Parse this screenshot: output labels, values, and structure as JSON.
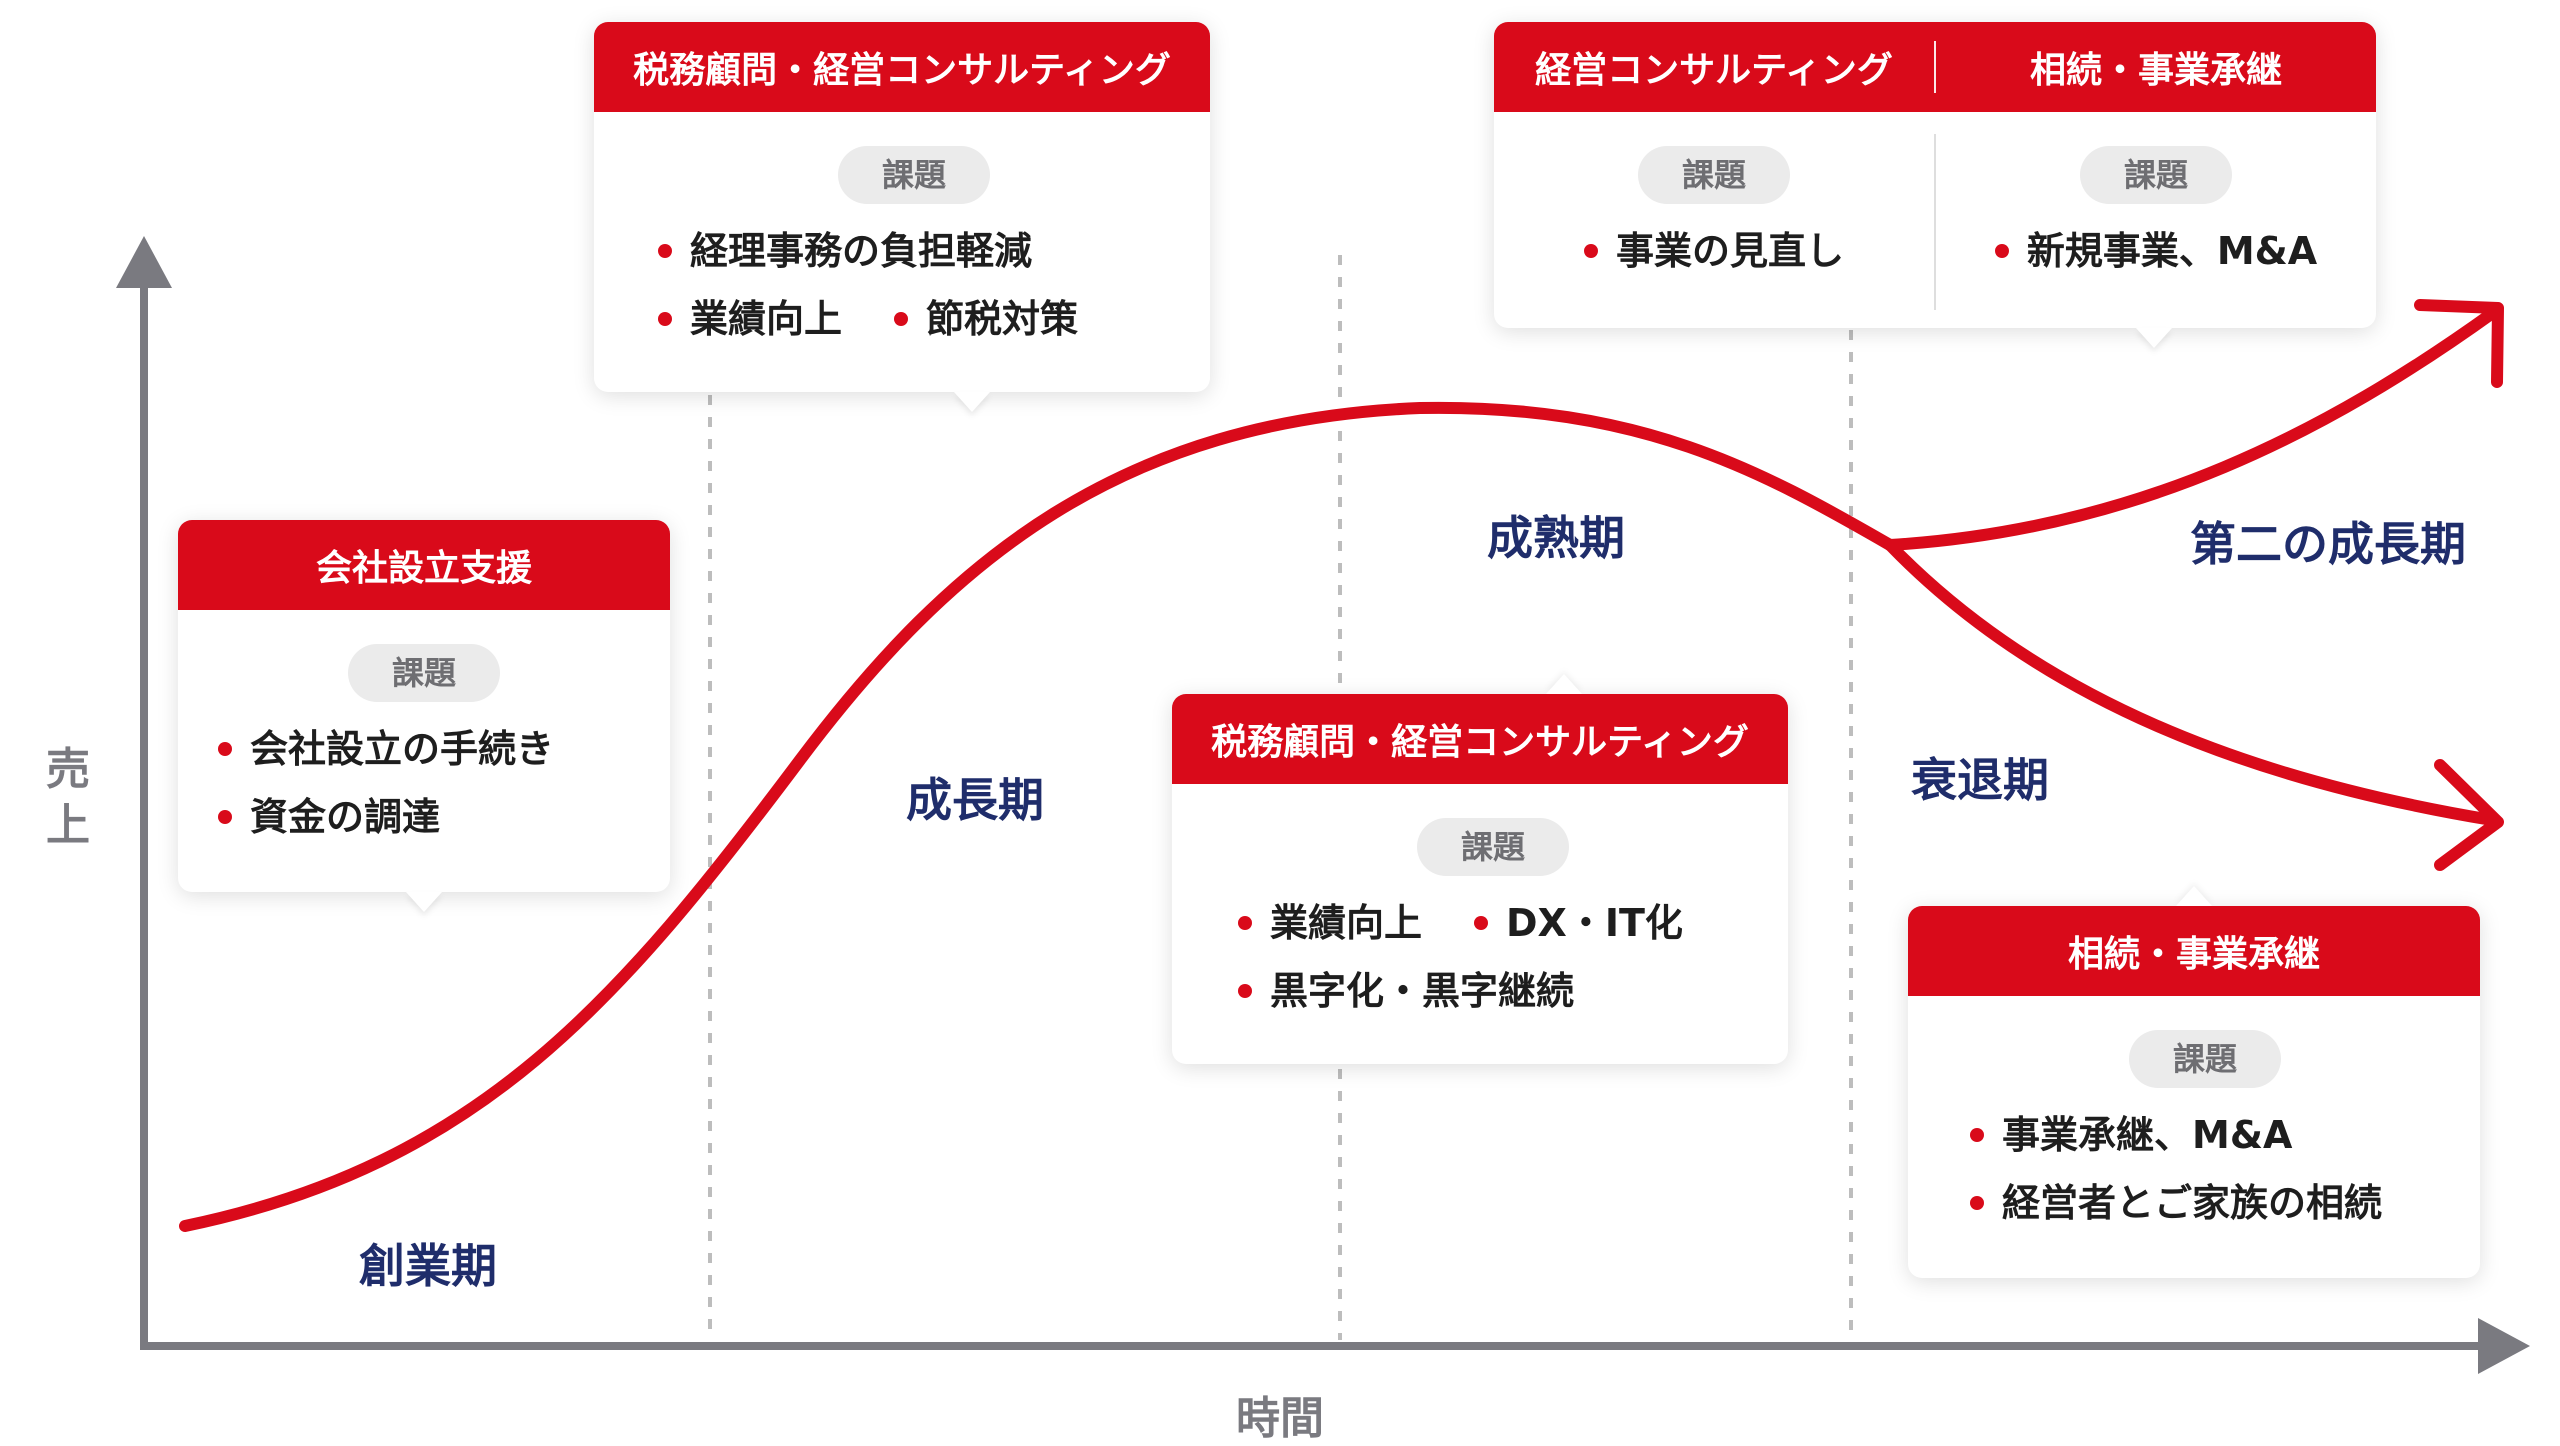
{
  "axes": {
    "y_label": "売上",
    "x_label": "時間"
  },
  "stages": {
    "founding": "創業期",
    "growth": "成長期",
    "maturity": "成熟期",
    "decline": "衰退期",
    "second_growth": "第二の成長期"
  },
  "colors": {
    "accent": "#d90a1a",
    "stage_text": "#1f2d6b",
    "axis": "#7a7a80"
  },
  "cards": {
    "founding": {
      "title": "会社設立支援",
      "badge": "課題",
      "items": [
        "会社設立の手続き",
        "資金の調達"
      ]
    },
    "growth": {
      "title": "税務顧問・経営コンサルティング",
      "badge": "課題",
      "items": [
        "経理事務の負担軽減",
        "業績向上",
        "節税対策"
      ]
    },
    "maturity": {
      "title": "税務顧問・経営コンサルティング",
      "badge": "課題",
      "items": [
        "業績向上",
        "DX・IT化",
        "黒字化・黒字継続"
      ]
    },
    "second_growth": {
      "title_left": "経営コンサルティング",
      "title_right": "相続・事業承継",
      "badge_left": "課題",
      "badge_right": "課題",
      "item_left": "事業の見直し",
      "item_right": "新規事業、M&A"
    },
    "decline": {
      "title": "相続・事業承継",
      "badge": "課題",
      "items": [
        "事業承継、M&A",
        "経営者とご家族の相続"
      ]
    }
  }
}
